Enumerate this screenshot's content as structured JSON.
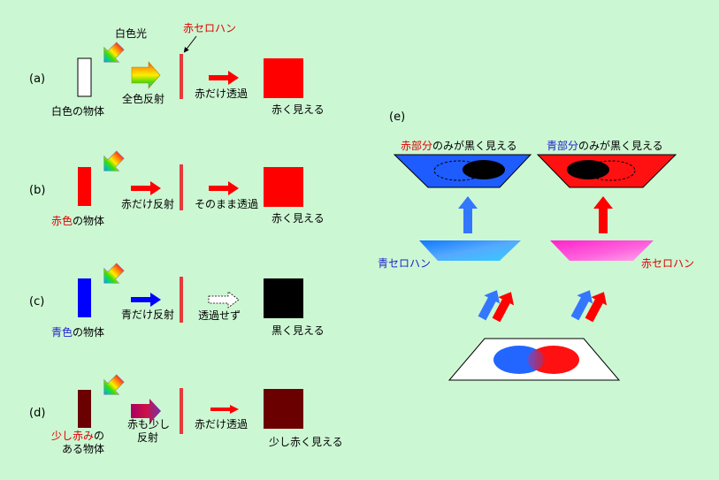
{
  "colors": {
    "background": "#ccf7d3",
    "red": "#ff0000",
    "blue": "#0000ff",
    "black": "#000000",
    "dark_red": "#6b0000",
    "cellophane_red": "#e53b3b",
    "text_red": "#e00000",
    "text_blue": "#2222cc"
  },
  "icons": [
    "rainbow-light-arrow",
    "red-arrow",
    "blue-arrow",
    "dotted-arrow",
    "cellophane-bar"
  ],
  "rows": {
    "a": {
      "label": "(a)",
      "light_label": "白色光",
      "cellophane_label": "赤セロハン",
      "object_label": "白色の物体",
      "reflect_label": "全色反射",
      "transmit_label": "赤だけ透過",
      "result_label": "赤く見える"
    },
    "b": {
      "label": "(b)",
      "object_label_colored": "赤色",
      "object_label_rest": "の物体",
      "reflect_label": "赤だけ反射",
      "transmit_label": "そのまま透過",
      "result_label": "赤く見える"
    },
    "c": {
      "label": "(c)",
      "object_label_colored": "青色",
      "object_label_rest": "の物体",
      "reflect_label": "青だけ反射",
      "transmit_label": "透過せず",
      "result_label": "黒く見える"
    },
    "d": {
      "label": "(d)",
      "object_label_colored": "少し赤み",
      "object_label_rest": "の",
      "object_label_line2": "ある物体",
      "reflect_label_line1": "赤も少し",
      "reflect_label_line2": "反射",
      "transmit_label": "赤だけ透過",
      "result_label": "少し赤く見える"
    }
  },
  "panel_e": {
    "label": "(e)",
    "left_view_colored": "赤部分",
    "left_view_rest": "のみが黒く見える",
    "right_view_colored": "青部分",
    "right_view_rest": "のみが黒く見える",
    "blue_cellophane_label": "青セロハン",
    "red_cellophane_label": "赤セロハン"
  }
}
